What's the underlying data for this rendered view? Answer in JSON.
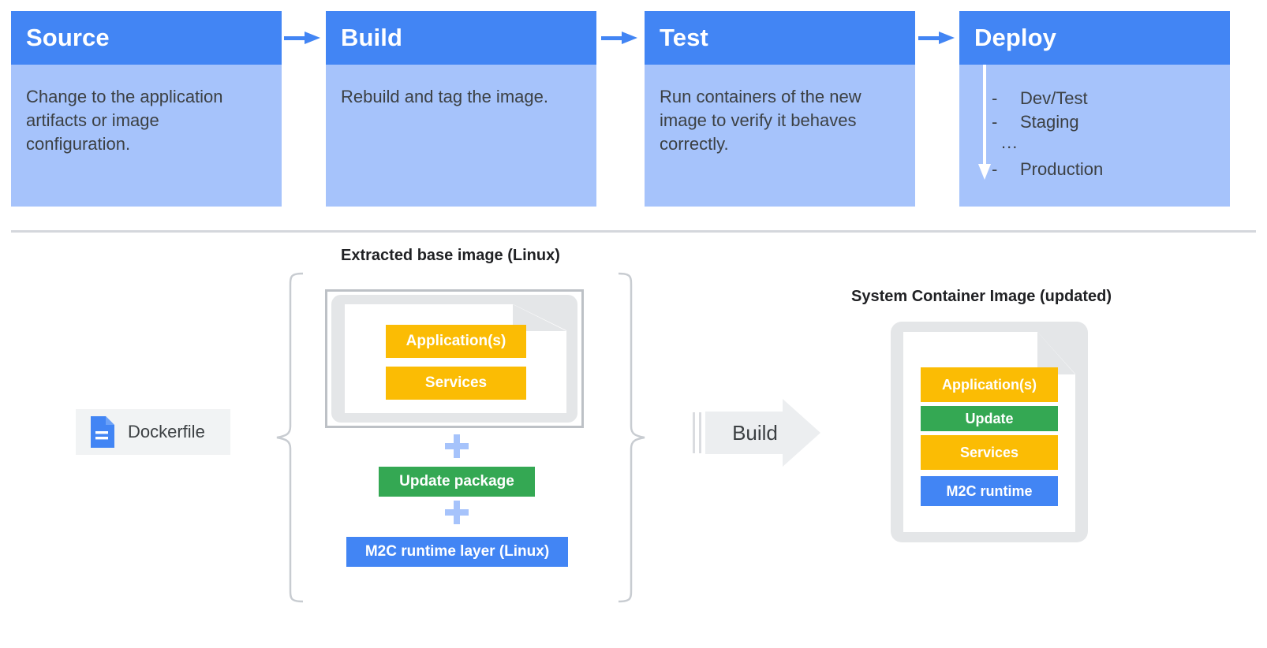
{
  "pipeline": {
    "cards": [
      {
        "title": "Source",
        "body": "Change to the application artifacts or image configuration."
      },
      {
        "title": "Build",
        "body": "Rebuild and tag the image."
      },
      {
        "title": "Test",
        "body": "Run containers of the new image to verify it behaves correctly."
      },
      {
        "title": "Deploy",
        "body": ""
      }
    ],
    "deploy_items": [
      {
        "dash": "-",
        "label": "Dev/Test"
      },
      {
        "dash": "-",
        "label": "Staging"
      },
      {
        "dash": "",
        "label": "..."
      },
      {
        "dash": "-",
        "label": "Production"
      }
    ],
    "deploy_ellipsis": "..."
  },
  "diagram": {
    "extracted_title": "Extracted base image (Linux)",
    "system_title": "System Container Image (updated)",
    "dockerfile_label": "Dockerfile",
    "build_label": "Build",
    "base_layers": [
      {
        "label": "Application(s)",
        "color": "#fbbc04"
      },
      {
        "label": "Services",
        "color": "#fbbc04"
      }
    ],
    "stack_items": [
      {
        "label": "Update package",
        "color": "#34a853"
      },
      {
        "label": "M2C runtime layer (Linux)",
        "color": "#4285f4"
      }
    ],
    "system_layers": [
      {
        "label": "Application(s)",
        "color": "#fbbc04"
      },
      {
        "label": "Update",
        "color": "#34a853"
      },
      {
        "label": "Services",
        "color": "#fbbc04"
      },
      {
        "label": "M2C runtime",
        "color": "#4285f4"
      }
    ],
    "plus_symbol": "+"
  },
  "colors": {
    "brand_blue": "#4285f4",
    "light_blue": "#a6c3fb",
    "yellow": "#fbbc04",
    "green": "#34a853",
    "gray_pad": "#e4e6e8",
    "divider": "#d4d7dc"
  }
}
